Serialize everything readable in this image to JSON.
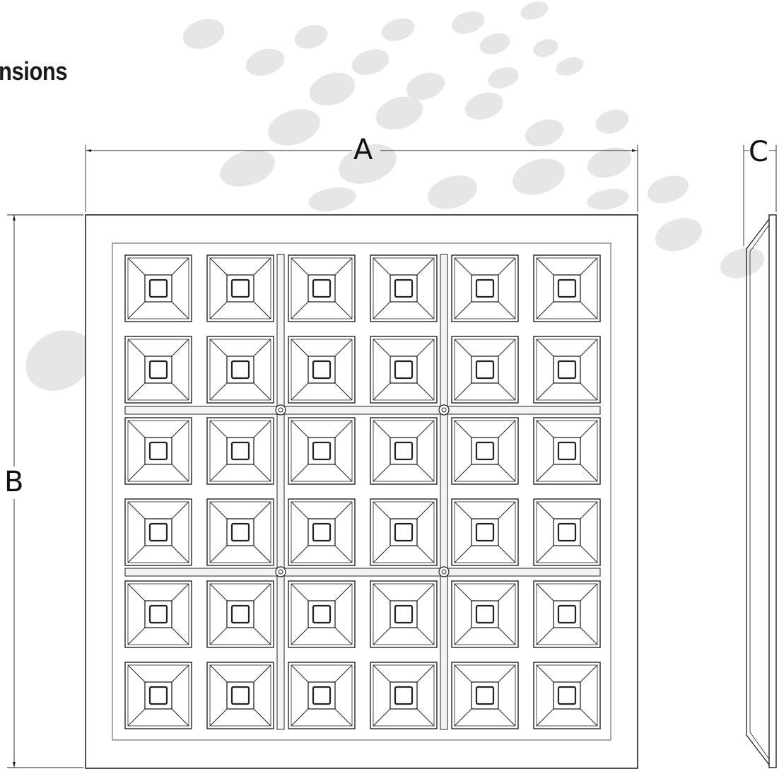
{
  "heading": "nsions",
  "dimensions": {
    "a": "A",
    "b": "B",
    "c": "C"
  },
  "panel": {
    "rows": 6,
    "cols": 6
  },
  "colors": {
    "line": "#222222",
    "background_dots": "#e2e2e2",
    "background": "#ffffff"
  }
}
